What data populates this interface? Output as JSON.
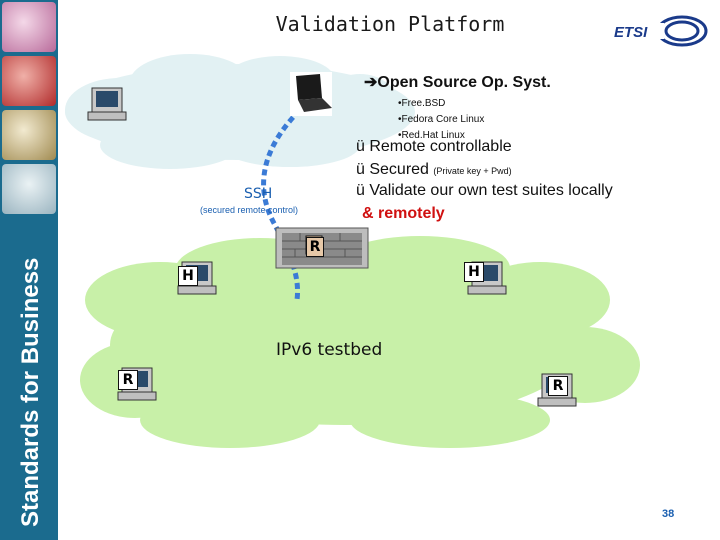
{
  "title": "Validation Platform",
  "sidebar_text": "Standards for Business",
  "os": {
    "header": "Open Source Op. Syst.",
    "items": [
      "•Free.BSD",
      "•Fedora Core Linux",
      "•Red.Hat Linux"
    ]
  },
  "features": [
    {
      "text": "ü Remote controllable"
    },
    {
      "text": "ü Secured",
      "note": "(Private key + Pwd)"
    },
    {
      "text": "ü Validate our own test suites locally"
    }
  ],
  "remotely": "& remotely",
  "ssh": {
    "label": "SSH",
    "sub": "(secured remote control)"
  },
  "testbed_label": "IPv6 testbed",
  "node_labels": {
    "router": "R",
    "host": "H"
  },
  "page_number": "38",
  "colors": {
    "sidebar": "#1b6b8e",
    "cloud": "#c8f0a8",
    "ssh_line": "#3b7bd6",
    "accent_red": "#d01010"
  }
}
